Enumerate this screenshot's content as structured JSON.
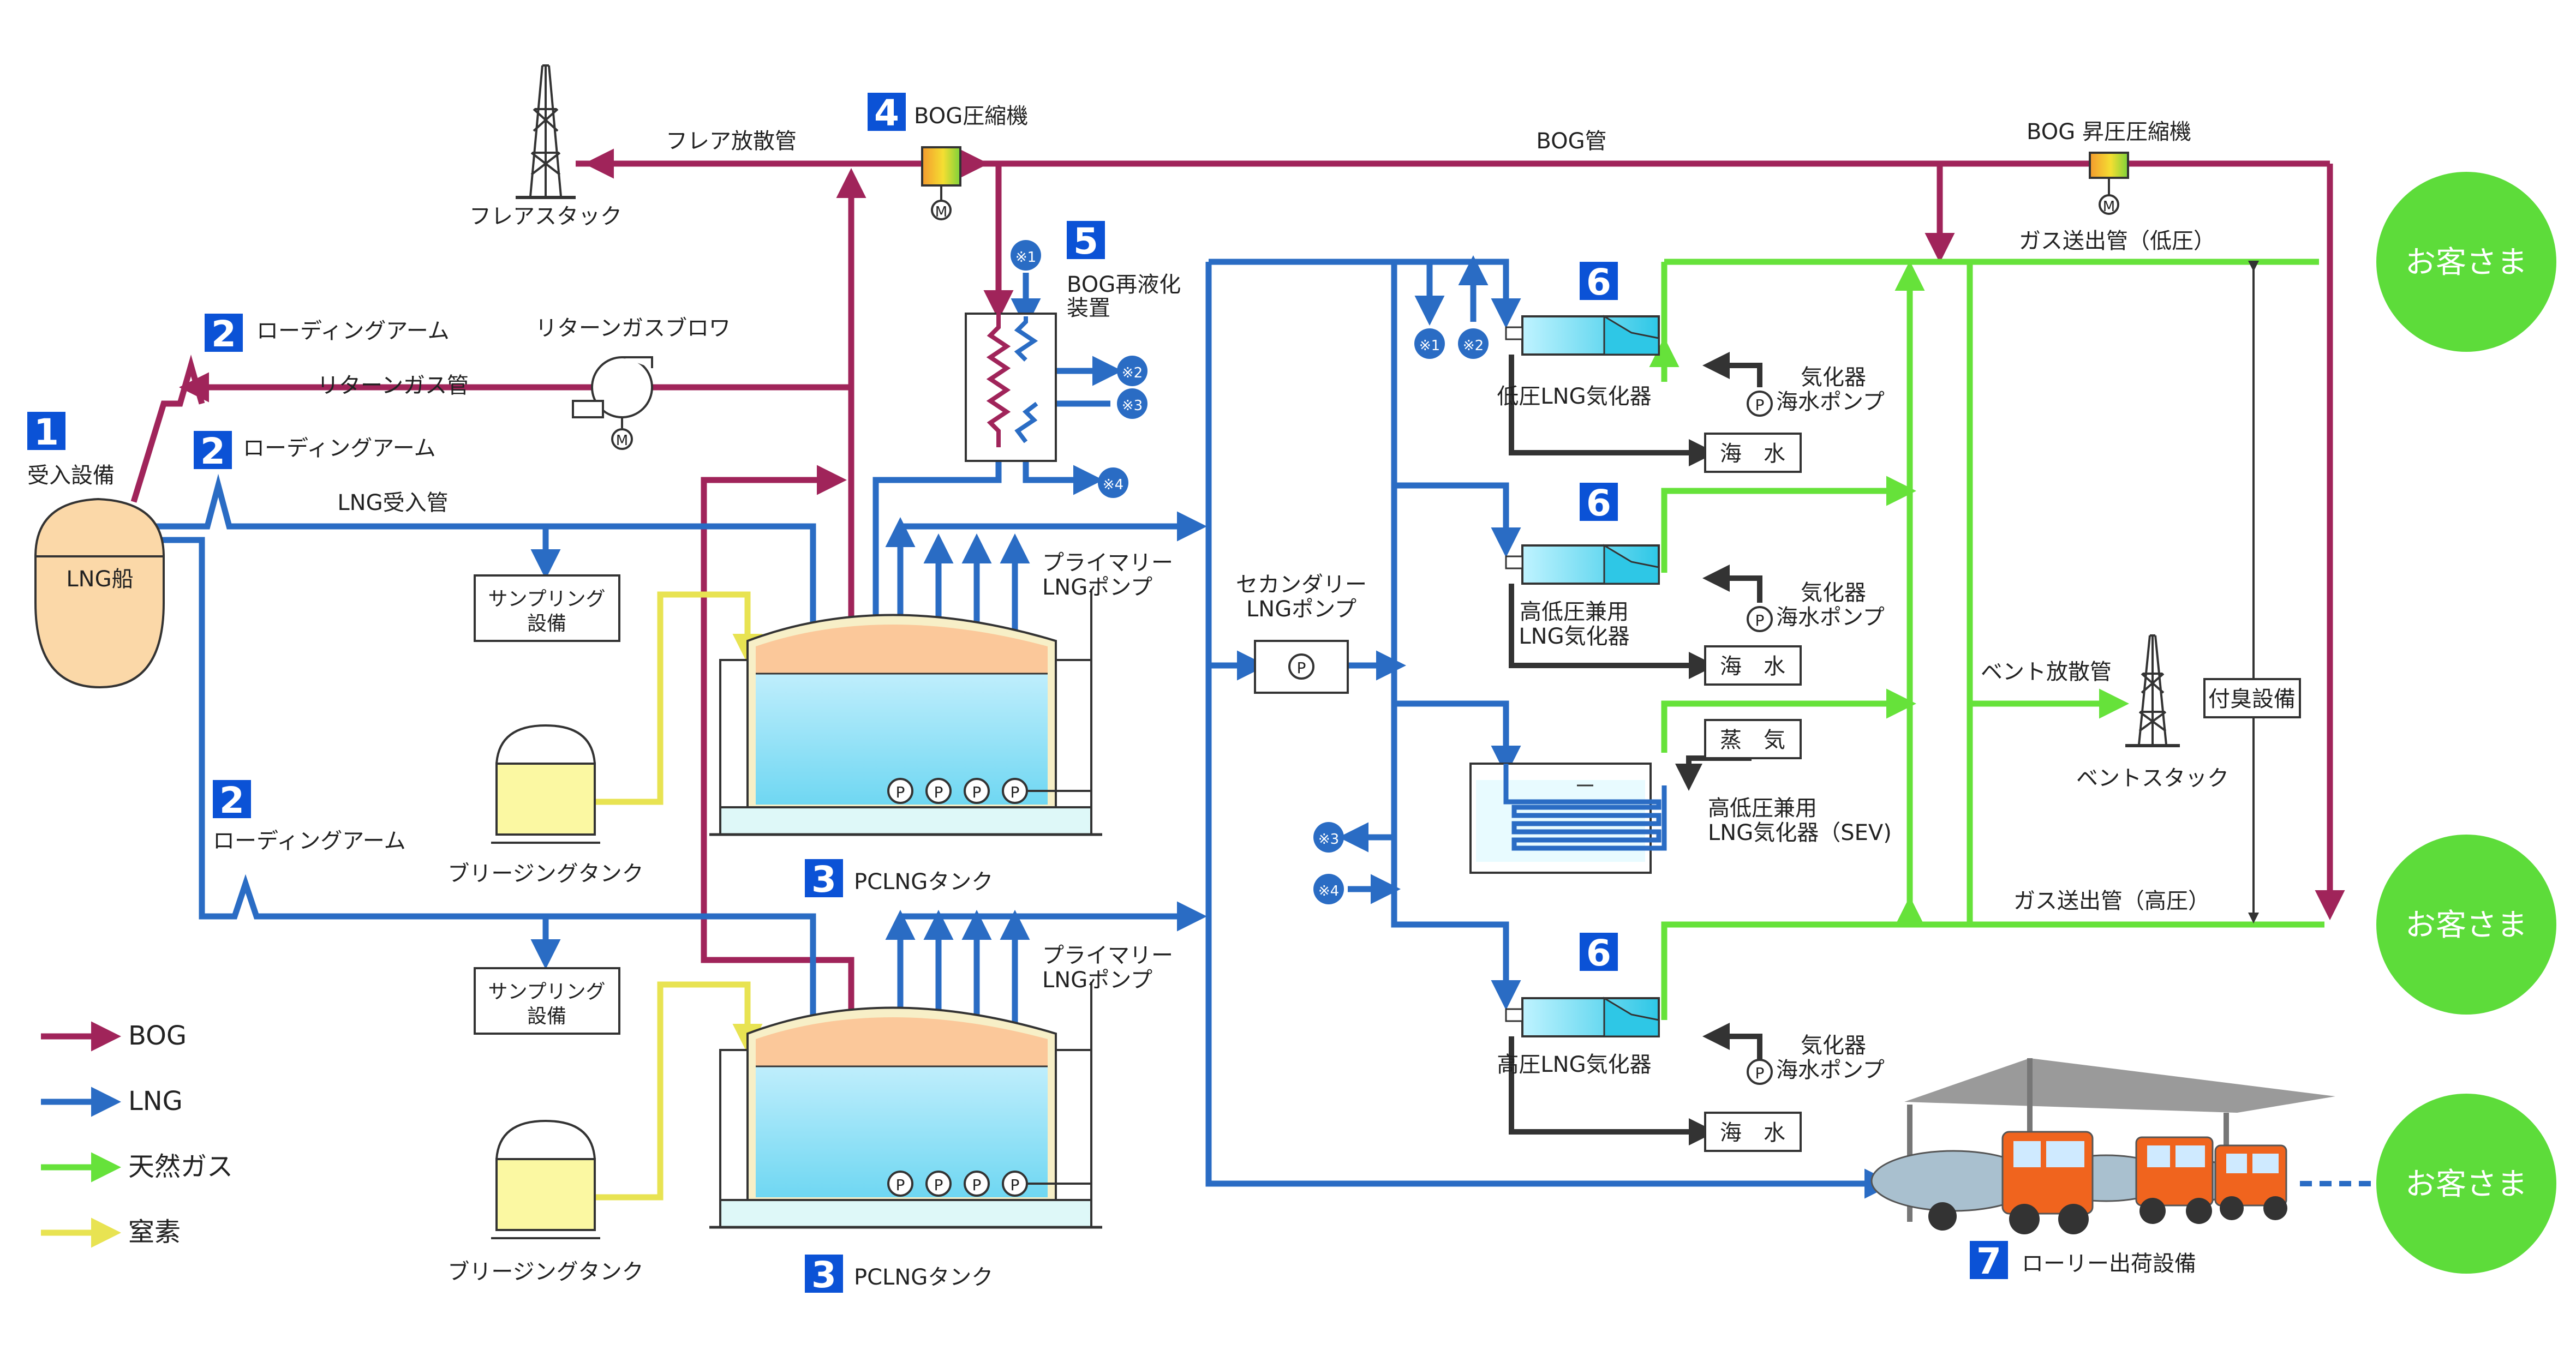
{
  "colors": {
    "bog": "#a0245a",
    "lng": "#2a6cc4",
    "gas": "#66e23a",
    "nitrogen": "#e8e352",
    "badge": "#0b52d6",
    "customer": "#5ddc3a"
  },
  "labels": {
    "flare_stack": "フレアスタック",
    "flare_pipe": "フレア放散管",
    "bog_compressor": "BOG圧縮機",
    "bog_pipe": "BOG管",
    "bog_booster": "BOG 昇圧圧縮機",
    "bog_reliquefier_1": "BOG再液化",
    "bog_reliquefier_2": "装置",
    "gas_line_low": "ガス送出管（低圧）",
    "gas_line_high": "ガス送出管（高圧）",
    "receiving": "受入設備",
    "lng_ship": "LNG船",
    "loading_arm": "ローディングアーム",
    "return_gas_blower": "リターンガスブロワ",
    "return_gas_pipe": "リターンガス管",
    "lng_receiving_pipe": "LNG受入管",
    "sampling_1": "サンプリング",
    "sampling_2": "設備",
    "purging_tank": "ブリージングタンク",
    "pc_tank": "PCLNGタンク",
    "primary_pump_1": "プライマリー",
    "primary_pump_2": "LNGポンプ",
    "secondary_pump_1": "セカンダリー",
    "secondary_pump_2": "LNGポンプ",
    "vaporizer_low": "低圧LNG気化器",
    "vaporizer_dual_1": "高低圧兼用",
    "vaporizer_dual_2": "LNG気化器",
    "sev_1": "高低圧兼用",
    "sev_2": "LNG気化器（SEV)",
    "vaporizer_high": "高圧LNG気化器",
    "seawater_pump_1": "気化器",
    "seawater_pump_2": "海水ポンプ",
    "seawater": "海　水",
    "steam": "蒸　気",
    "vent_pipe": "ベント放散管",
    "vent_stack": "ベントスタック",
    "odorant": "付臭設備",
    "customer": "お客さま",
    "lorry": "ローリー出荷設備",
    "pump_symbol": "P",
    "motor_symbol": "M"
  },
  "badges": {
    "b1": "1",
    "b2": "2",
    "b3": "3",
    "b4": "4",
    "b5": "5",
    "b6": "6",
    "b7": "7"
  },
  "markers": {
    "m1": "※1",
    "m2": "※2",
    "m3": "※3",
    "m4": "※4"
  },
  "legend": [
    {
      "label": "BOG",
      "color": "#a0245a"
    },
    {
      "label": "LNG",
      "color": "#2a6cc4"
    },
    {
      "label": "天然ガス",
      "color": "#66e23a"
    },
    {
      "label": "窒素",
      "color": "#e8e352"
    }
  ]
}
